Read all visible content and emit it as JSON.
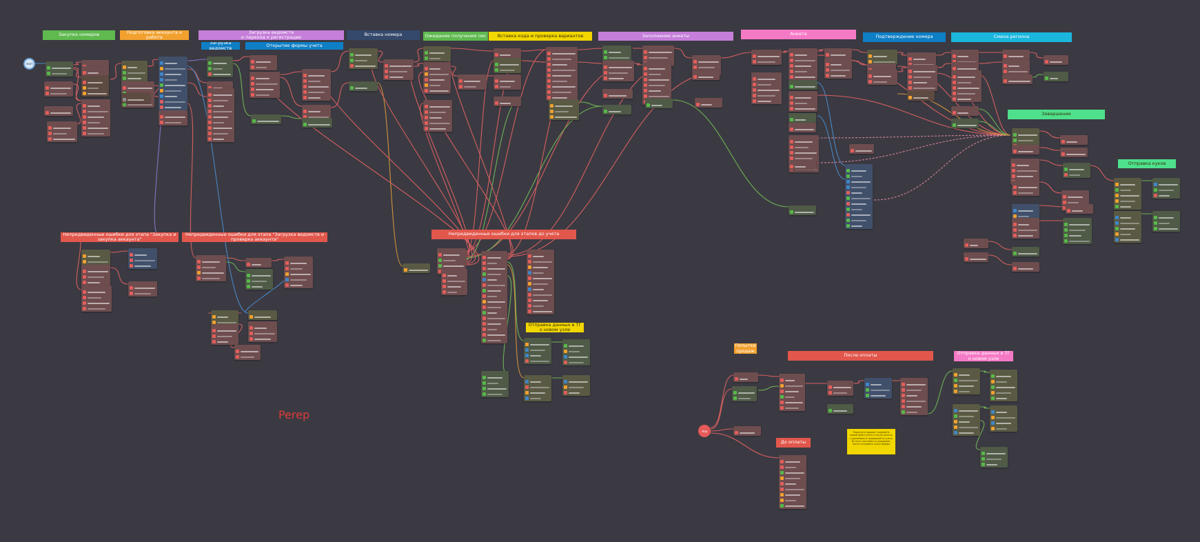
{
  "canvas": {
    "background": "#3b3a42"
  },
  "sections": [
    {
      "id": "s1",
      "label": "Закупка номеров",
      "color": "#5fb94f"
    },
    {
      "id": "s2",
      "label": "Подготовка аккаунта к работе",
      "color": "#f2a12f"
    },
    {
      "id": "s3",
      "label": "Загрузка ведомств\nи переход к регистрации",
      "color": "#c57ed9"
    },
    {
      "id": "s4",
      "label": "Вставка номера",
      "color": "#34496b"
    },
    {
      "id": "s5",
      "label": "Ожидание получения смс",
      "color": "#5fb94f"
    },
    {
      "id": "s6",
      "label": "Вставка кода и проверка вариантов",
      "color": "#f2d600"
    },
    {
      "id": "s7",
      "label": "Заполнение анкеты",
      "color": "#c57ed9"
    },
    {
      "id": "s8",
      "label": "Анкета",
      "color": "#f57ac6"
    },
    {
      "id": "s9",
      "label": "Подтверждение номера",
      "color": "#0f7fc5"
    },
    {
      "id": "s10",
      "label": "Смена региона",
      "color": "#1bb6de"
    },
    {
      "id": "s11",
      "label": "Загрузка ведомств",
      "color": "#0f7fc5"
    },
    {
      "id": "s12",
      "label": "Открытие формы учета",
      "color": "#0f7fc5"
    },
    {
      "id": "s13",
      "label": "Непредвиденные ошибки для этапа \"Закупка и закупка аккаунта\"",
      "color": "#e2574c"
    },
    {
      "id": "s14",
      "label": "Непредвиденные ошибки для этапа \"Загрузка ведомств и проверка аккаунта\"",
      "color": "#e2574c"
    },
    {
      "id": "s15",
      "label": "Непредвиденные ошибки для этапов до учета",
      "color": "#e2574c"
    },
    {
      "id": "s16",
      "label": "Отправка данных в ТГ о новом узле",
      "color": "#f2d600"
    },
    {
      "id": "s17",
      "label": "Завершение",
      "color": "#4ee08c"
    },
    {
      "id": "s18",
      "label": "Отправка куков",
      "color": "#4ee08c"
    },
    {
      "id": "s19",
      "label": "Попытки продаж",
      "color": "#f2a12f"
    },
    {
      "id": "s20",
      "label": "После оплаты",
      "color": "#e2574c"
    },
    {
      "id": "s21",
      "label": "До оплаты",
      "color": "#e2574c"
    },
    {
      "id": "s22",
      "label": "Отправка данных в ТГ о новом узле",
      "color": "#f57ac6"
    }
  ],
  "start_label": "start",
  "end_label": "stop",
  "big_label": "Perep",
  "note_text": "Перенести формат заданий в новый файл учета и после оплаты с удалением и проверкой из учета. Из него поставить в ожидание, после отправить ниже формы",
  "icon_colors": {
    "red": "#e35e5b",
    "orange": "#f2a12f",
    "green": "#57b94a",
    "blue": "#3f86c9",
    "gray": "#8f8f8f"
  },
  "connector_colors": {
    "red": "#e86464",
    "green": "#74c057",
    "blue": "#4a8fd4",
    "pink": "#e48aa6",
    "purple": "#8e7ad6",
    "orange": "#e39b3d"
  }
}
